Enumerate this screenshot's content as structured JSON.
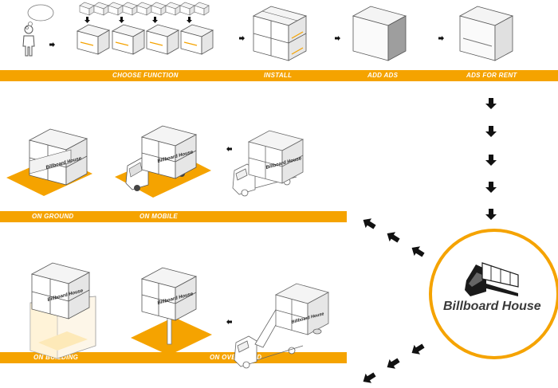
{
  "bands": {
    "top": {
      "labels": [
        "CHOOSE  FUNCTION",
        "INSTALL",
        "ADD ADS",
        "ADS FOR RENT"
      ]
    },
    "middle": {
      "labels": [
        "ON GROUND",
        "ON MOBILE"
      ]
    },
    "bottom": {
      "labels": [
        "ON BUILDING",
        "ON OVER HEAD"
      ]
    }
  },
  "billboard_text": "Billboard House",
  "logo": {
    "text": "Billboard House"
  },
  "colors": {
    "accent": "#f5a300",
    "ink": "#1a1a1a",
    "stroke": "#555555"
  }
}
